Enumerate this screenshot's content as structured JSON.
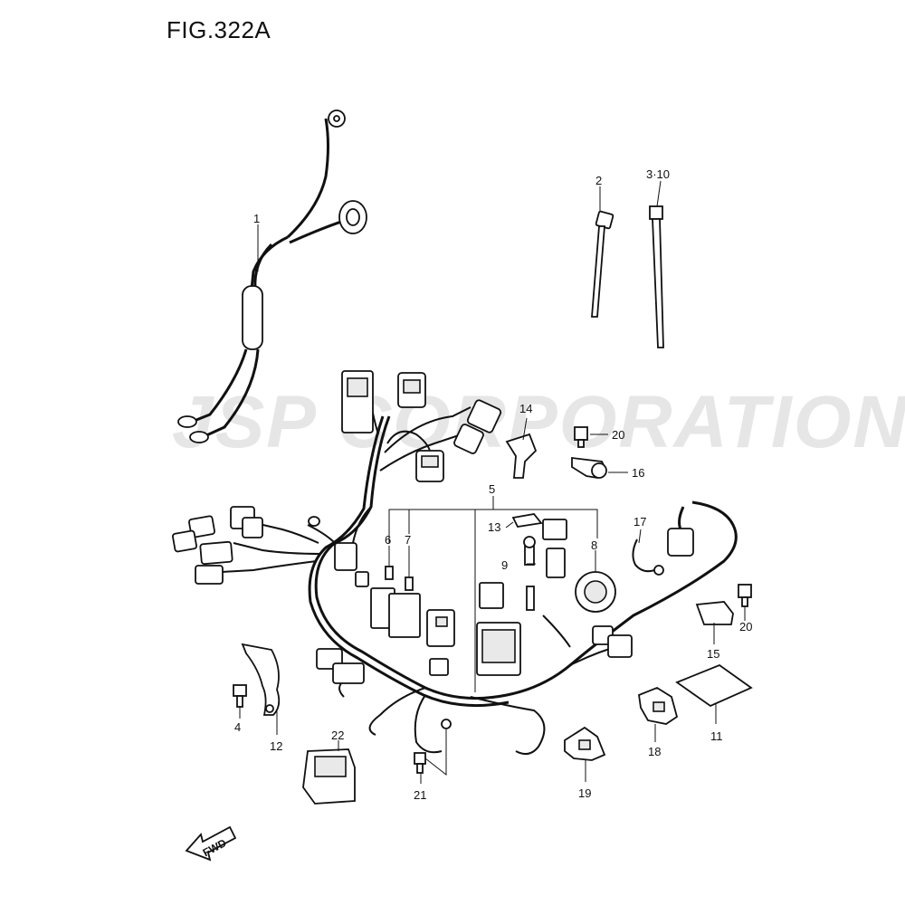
{
  "figure": {
    "title": "FIG.322A"
  },
  "watermark": {
    "text": "JSP CORPORATION"
  },
  "direction": {
    "text": "FWD"
  },
  "callouts": {
    "c1": "1",
    "c2": "2",
    "c3_10": "3·10",
    "c4": "4",
    "c5": "5",
    "c6": "6",
    "c7": "7",
    "c8": "8",
    "c9": "9",
    "c11": "11",
    "c12": "12",
    "c13": "13",
    "c14": "14",
    "c15": "15",
    "c16": "16",
    "c17": "17",
    "c18": "18",
    "c19": "19",
    "c20a": "20",
    "c20b": "20",
    "c21": "21",
    "c22": "22"
  }
}
